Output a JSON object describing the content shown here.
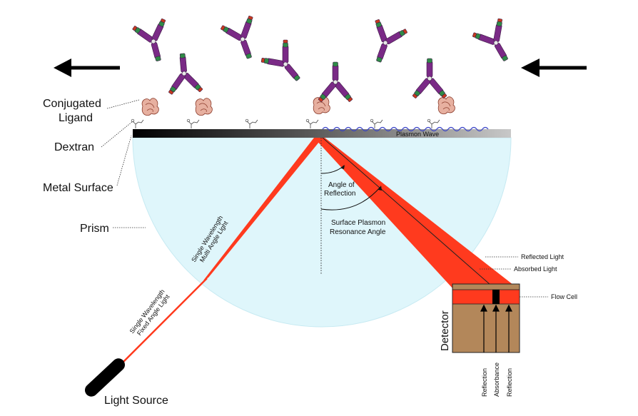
{
  "labels": {
    "conjugated_ligand_1": "Conjugated",
    "conjugated_ligand_2": "Ligand",
    "dextran": "Dextran",
    "metal_surface": "Metal Surface",
    "prism": "Prism",
    "plasmon_wave": "Plasmon Wave",
    "angle_of_reflection_1": "Angle of",
    "angle_of_reflection_2": "Reflection",
    "spr_angle_1": "Surface Plasmon",
    "spr_angle_2": "Resonance Angle",
    "reflected_light": "Reflected Light",
    "absorbed_light": "Absorbed Light",
    "flow_cell": "Flow Cell",
    "detector": "Detector",
    "reflection_left": "Reflection",
    "absorbance": "Absorbance",
    "reflection_right": "Reflection",
    "light_source": "Light Source",
    "fixed_angle_1": "Single Wavelength",
    "fixed_angle_2": "Fixed Angle Light",
    "multi_angle_1": "Single Wavelength",
    "multi_angle_2": "Multi Angle Light"
  },
  "icons": {
    "flow_arrow": "arrow-left-icon",
    "antibody": "antibody-icon",
    "ligand": "protein-ligand-icon",
    "dextran": "dextran-linker-icon"
  },
  "colors": {
    "beam": "#ff3a1e",
    "prism": "#dff6fb",
    "detector": "#b3875a",
    "wave": "#3a44c8",
    "antibody_purple": "#7a2a86",
    "antibody_green": "#2f8a47",
    "antibody_red": "#c83a1e"
  }
}
